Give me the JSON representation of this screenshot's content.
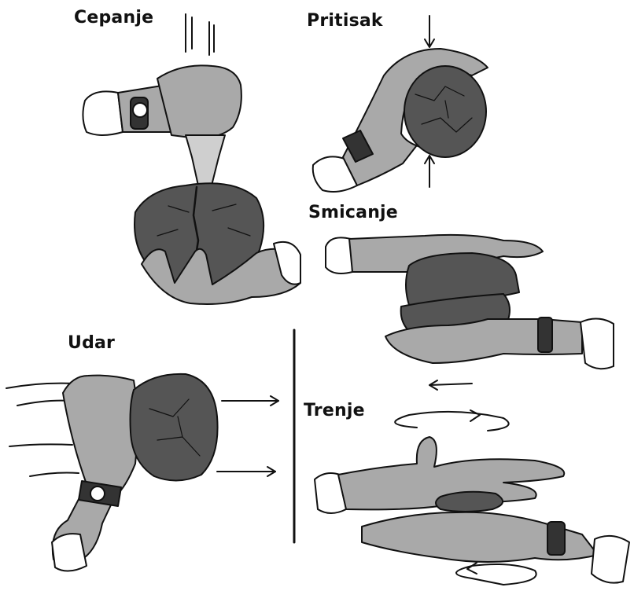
{
  "labels": {
    "cepanje": "Cepanje",
    "pritisak": "Pritisak",
    "smicanje": "Smicanje",
    "udar": "Udar",
    "trenje": "Trenje"
  },
  "colors": {
    "skin": "#a9a9a9",
    "rock": "#555555",
    "outline": "#111111",
    "background": "#ffffff"
  }
}
